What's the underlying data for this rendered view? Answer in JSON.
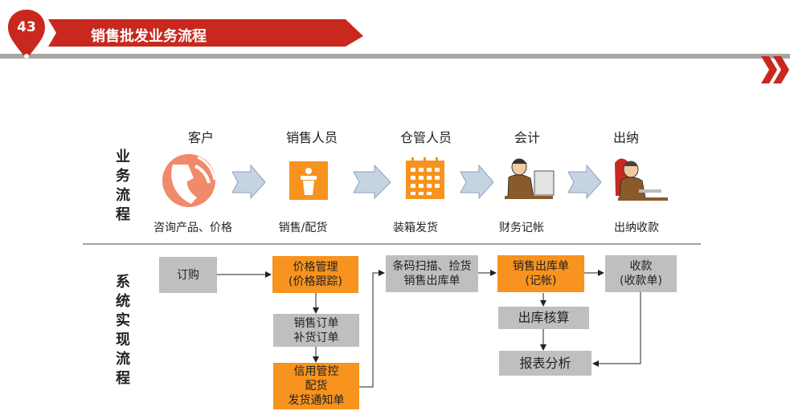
{
  "header": {
    "slide_number": "43",
    "title": "销售批发业务流程"
  },
  "colors": {
    "accent_red": "#c8281e",
    "header_gray": "#a6a6a6",
    "box_gray": "#bfbfbf",
    "box_orange": "#f7931e",
    "icon_orange": "#f7931e",
    "arrow_blue": "#c5d3e3"
  },
  "sections": {
    "business_label": "业务流程",
    "system_label": "系统实现流程"
  },
  "roles": [
    {
      "name": "客户",
      "caption": "咨询产品、价格",
      "icon": "phone-icon"
    },
    {
      "name": "销售人员",
      "caption": "销售/配货",
      "icon": "speaker-podium-icon"
    },
    {
      "name": "仓管人员",
      "caption": "装箱发货",
      "icon": "calendar-grid-icon"
    },
    {
      "name": "会计",
      "caption": "财务记帐",
      "icon": "accountant-figure-icon"
    },
    {
      "name": "出纳",
      "caption": "出纳收款",
      "icon": "cashier-figure-icon"
    }
  ],
  "system_boxes": {
    "order": "订购",
    "price_mgmt": "价格管理\n(价格跟踪)",
    "sales_order": "销售订单\n补货订单",
    "credit": "信用管控\n配货\n发货通知单",
    "scan": "条码扫描、捡货\n销售出库单",
    "outbound": "销售出库单\n(记帐)",
    "cost": "出库核算",
    "report": "报表分析",
    "receipt": "收款\n(收款单)"
  }
}
